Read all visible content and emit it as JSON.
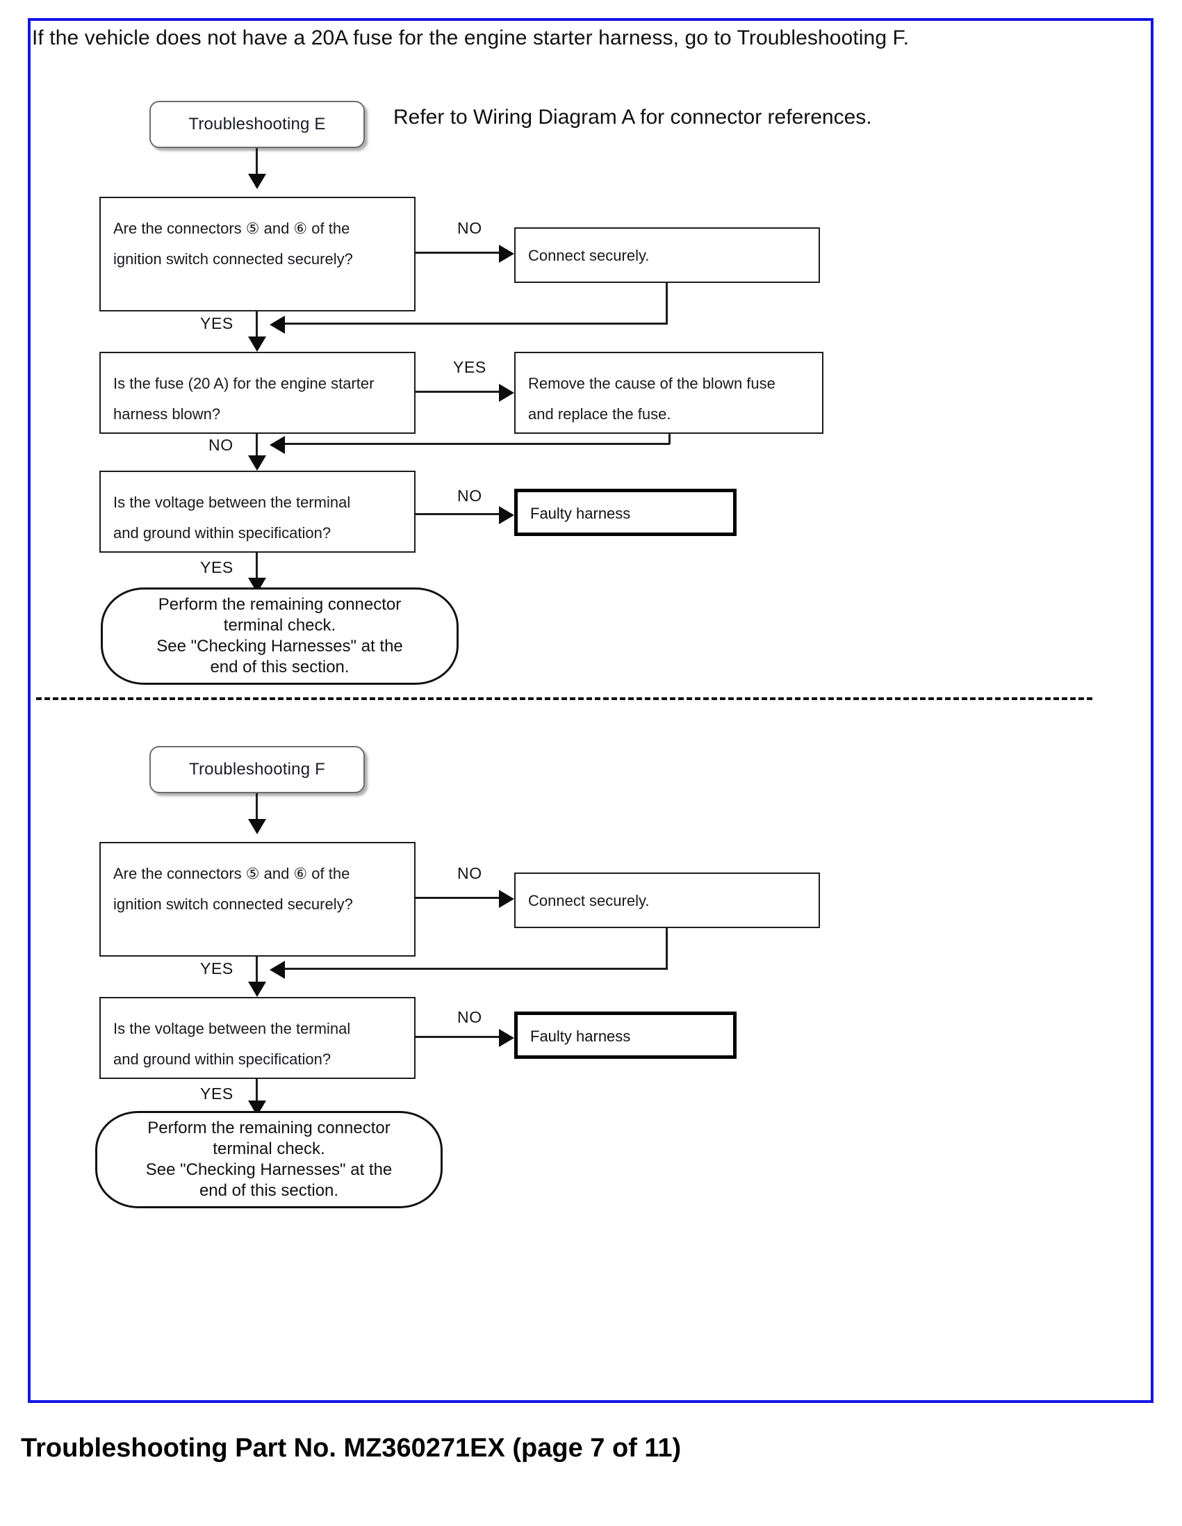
{
  "page": {
    "header_note": "If the vehicle does not have a 20A fuse for the engine starter harness, go to Troubleshooting F.",
    "refer_note": "Refer to Wiring Diagram A for connector references.",
    "footer": "Troubleshooting Part No. MZ360271EX (page 7 of 11)",
    "border_color": "#1414e6"
  },
  "flow_e": {
    "start_label": "Troubleshooting E",
    "q1": {
      "line1": "Are  the  connectors ⑤ and ⑥ of  the",
      "line2": "ignition switch connected securely?",
      "no_label": "NO",
      "yes_label": "YES"
    },
    "a1": {
      "line1": "Connect securely."
    },
    "q2": {
      "line1": "Is the fuse (20 A) for the engine starter",
      "line2": "harness blown?",
      "yes_label": "YES",
      "no_label": "NO"
    },
    "a2": {
      "line1": "Remove the cause of the blown fuse",
      "line2": "and replace the fuse."
    },
    "q3": {
      "line1": "Is the voltage between the terminal",
      "line2": "and ground within specification?",
      "no_label": "NO",
      "yes_label": "YES"
    },
    "result": {
      "label": "Faulty harness"
    },
    "perform": {
      "line1": "Perform the remaining connector",
      "line2": "terminal check.",
      "line3": "See \"Checking Harnesses\" at the",
      "line4": "end of this section."
    }
  },
  "flow_f": {
    "start_label": "Troubleshooting F",
    "q1": {
      "line1": "Are  the  connectors ⑤ and ⑥ of  the",
      "line2": "ignition switch connected securely?",
      "no_label": "NO",
      "yes_label": "YES"
    },
    "a1": {
      "line1": "Connect securely."
    },
    "q2": {
      "line1": "Is  the  voltage  between  the  terminal",
      "line2": "and ground within specification?",
      "no_label": "NO",
      "yes_label": "YES"
    },
    "result": {
      "label": "Faulty harness"
    },
    "perform": {
      "line1": "Perform the remaining connector",
      "line2": "terminal check.",
      "line3": "See \"Checking Harnesses\" at the",
      "line4": "end of this section."
    }
  }
}
